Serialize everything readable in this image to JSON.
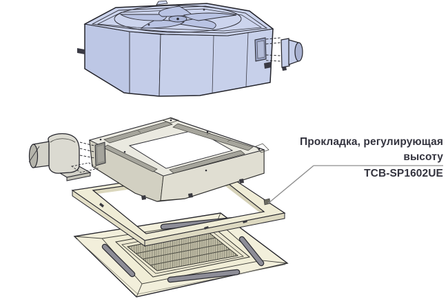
{
  "figure": {
    "kind": "exploded-parts-diagram",
    "background_color": "#ffffff",
    "callout": {
      "label_line1": "Прокладка, регулирующая",
      "label_line2": "высоту",
      "part_number": "TCB-SP1602UE",
      "text_color": "#34343f",
      "line_color": "#8e8e8e"
    },
    "parts": {
      "indoor_unit_color": "#c7d0ea",
      "bottom_frame_color": "#eae9e0",
      "height_spacer_color": "#efecd6",
      "ceiling_panel_color": "#f2efdb",
      "louver_color": "#8d8d97",
      "outline_color": "#23232a"
    }
  }
}
